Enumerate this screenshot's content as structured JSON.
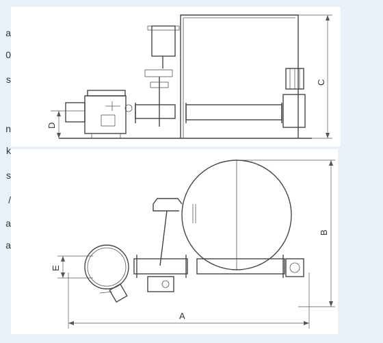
{
  "left_text_fragments": [
    "a",
    "0",
    "s",
    "n",
    "k",
    "s",
    "/",
    "a",
    "a"
  ],
  "dimensions": {
    "A": "A",
    "B": "B",
    "C": "C",
    "D": "D",
    "E": "E"
  }
}
